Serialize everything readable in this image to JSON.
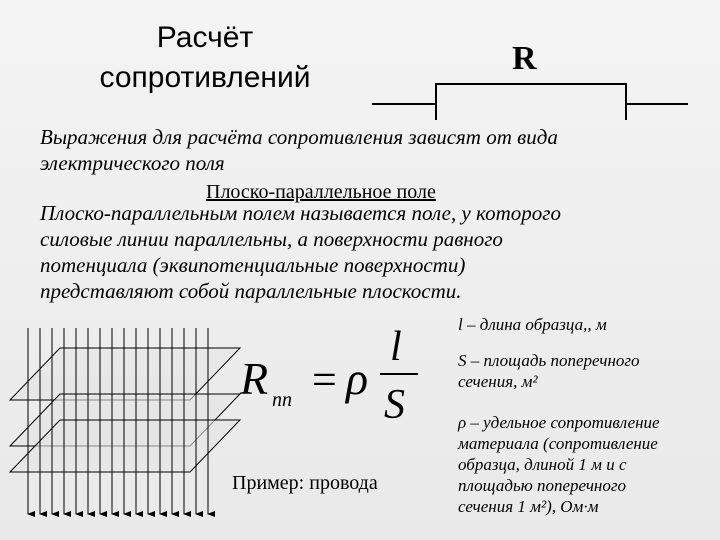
{
  "title": {
    "line1": "Расчёт",
    "line2": "сопротивлений"
  },
  "resistor": {
    "label": "R"
  },
  "intro": {
    "line1": "Выражения для расчёта сопротивления зависят от вида",
    "line2": "электрического поля"
  },
  "subheading": "Плоско-параллельное поле",
  "definition": {
    "line1": "Плоско-параллельным полем называется поле, у которого",
    "line2": "силовые линии параллельны,  а поверхности равного",
    "line3": "потенциала (эквипотенциальные поверхности)",
    "line4": "представляют собой параллельные плоскости."
  },
  "formula": {
    "lhs": "R",
    "lhs_sub": "пп",
    "eq": "=",
    "rho": "ρ",
    "num": "l",
    "den": "S"
  },
  "legend": {
    "l": "l – длина образца,, м",
    "s_line1": "S – площадь поперечного",
    "s_line2": "сечения, м²",
    "rho_line1": "ρ – удельное сопротивление",
    "rho_line2": "материала  (сопротивление",
    "rho_line3": "образца, длиной 1 м и с",
    "rho_line4": "площадью поперечного",
    "rho_line5": "сечения 1 м²),  Ом·м"
  },
  "example": "Пример: провода"
}
